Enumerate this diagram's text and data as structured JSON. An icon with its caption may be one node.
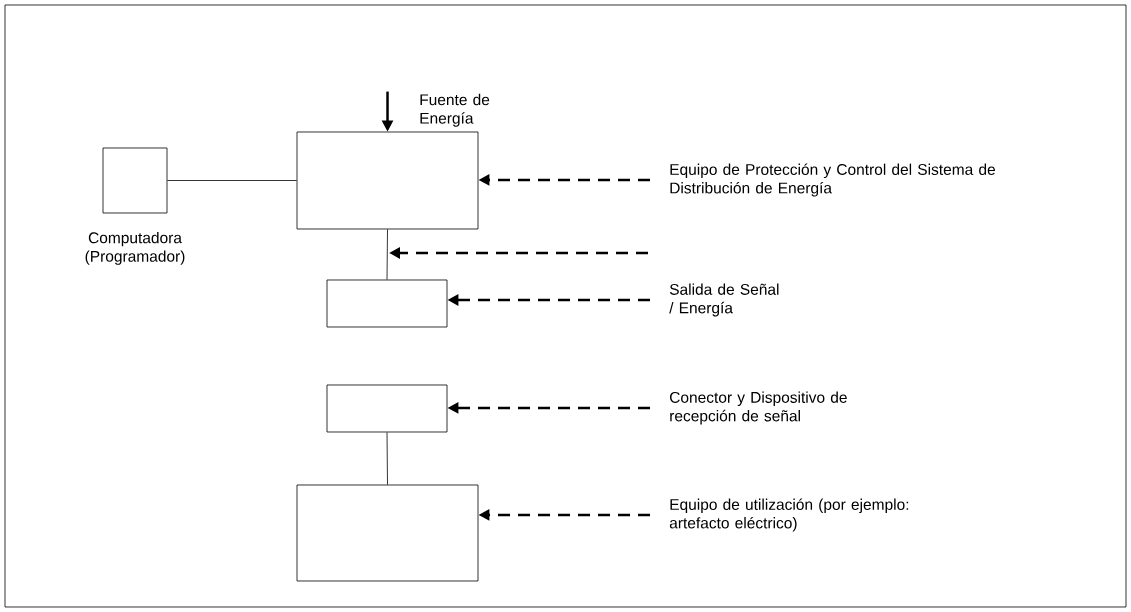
{
  "diagram": {
    "nodes": [
      {
        "text": [],
        "shape": "box",
        "beside": [
          "Computadora (Programador)"
        ]
      },
      {
        "text": [],
        "shape": "box"
      },
      {
        "text": [],
        "shape": "box"
      },
      {
        "text": [],
        "shape": "box"
      },
      {
        "text": [],
        "shape": "box"
      },
      {
        "text": [
          "Equipo de Protección y Control del Sistema de Distribución de Energía"
        ]
      },
      {
        "text": [
          "Salida de Señal / Energía"
        ]
      },
      {
        "text": [
          "Conector y Dispositivo de recepción de señal"
        ]
      },
      {
        "text": [
          "Equipo de utilización (por ejemplo: artefacto eléctrico)"
        ]
      }
    ],
    "edges": [
      {
        "from": null,
        "to": 1,
        "arrow": "to",
        "style": "thick",
        "label": "Fuente de Energía"
      },
      {
        "from": 0,
        "to": 1,
        "arrow": "none"
      },
      {
        "from": 1,
        "to": 2,
        "arrow": "none"
      },
      {
        "from": 3,
        "to": 4,
        "arrow": "none"
      },
      {
        "from": 5,
        "to": 1,
        "arrow": "to",
        "style": "dashed"
      },
      {
        "from": null,
        "to": 2,
        "arrow": "to",
        "style": "dashed"
      },
      {
        "from": 6,
        "to": 2,
        "arrow": "to",
        "style": "dashed"
      },
      {
        "from": 7,
        "to": 3,
        "arrow": "to",
        "style": "dashed"
      },
      {
        "from": 8,
        "to": 4,
        "arrow": "to",
        "style": "dashed"
      }
    ]
  }
}
